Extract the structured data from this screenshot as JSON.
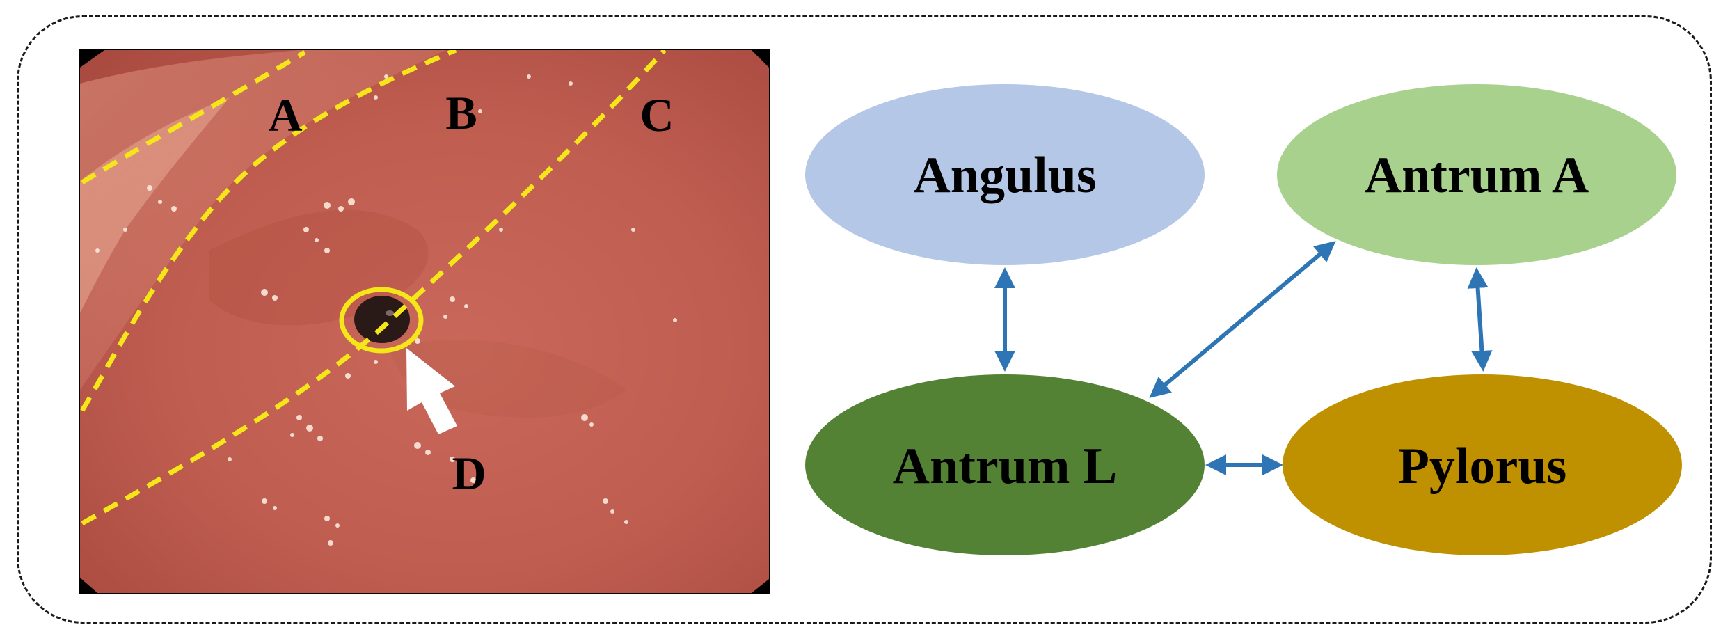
{
  "endoscopy_image": {
    "region_labels": [
      "A",
      "B",
      "C",
      "D"
    ],
    "boundary_line_color": "#f5e619",
    "pylorus_marker_color": "#f5e619",
    "arrow_color": "#ffffff"
  },
  "diagram": {
    "edge_color": "#2e75b6",
    "nodes": [
      {
        "id": "angulus",
        "label": "Angulus",
        "color": "#b4c7e7"
      },
      {
        "id": "antrum_a",
        "label": "Antrum A",
        "color": "#a9d18e"
      },
      {
        "id": "antrum_l",
        "label": "Antrum L",
        "color": "#548235"
      },
      {
        "id": "pylorus",
        "label": "Pylorus",
        "color": "#bf9000"
      }
    ],
    "edges": [
      {
        "from": "angulus",
        "to": "antrum_l",
        "direction": "both"
      },
      {
        "from": "antrum_a",
        "to": "antrum_l",
        "direction": "both"
      },
      {
        "from": "antrum_a",
        "to": "pylorus",
        "direction": "both"
      },
      {
        "from": "antrum_l",
        "to": "pylorus",
        "direction": "both"
      }
    ]
  }
}
